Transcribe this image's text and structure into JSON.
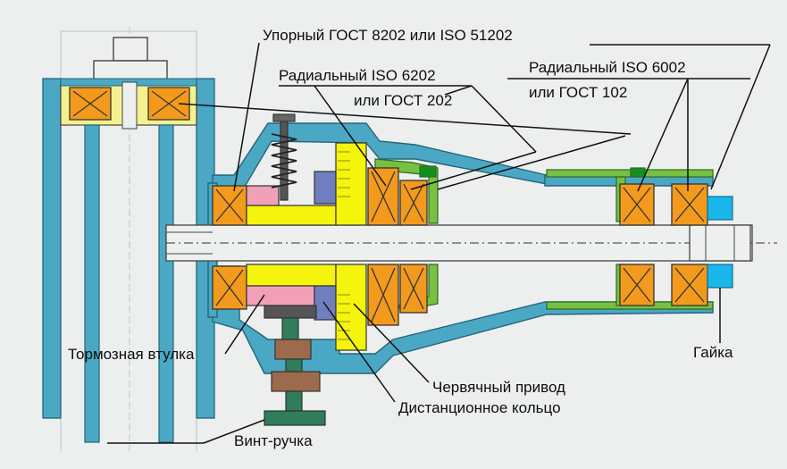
{
  "labels": {
    "thrust_bearing": "Упорный   ГОСТ 8202   или ISO 51202",
    "radial_6202_line1": "Радиальный ISO 6202",
    "radial_6202_line2": "или ГОСТ 202",
    "radial_6002_line1": "Радиальный ISO  6002",
    "radial_6002_line2": "или ГОСТ 102",
    "brake_sleeve": "Тормозная втулка",
    "worm_drive": "Червячный привод",
    "spacer_ring": "Дистанционное кольцо",
    "nut": "Гайка",
    "screw_handle": "Винт-ручка"
  },
  "colors": {
    "housing": "#4aa8c4",
    "bearing": "#f39a1c",
    "yellow_part": "#f4f40c",
    "green_part": "#78c040",
    "pink_part": "#f2a0b8",
    "blue_spacer": "#6f7fbf",
    "nut_blue": "#19b7ec",
    "handle_brown": "#9c6a4c",
    "handle_green": "#2f7d5a",
    "dark_grey": "#555555"
  }
}
